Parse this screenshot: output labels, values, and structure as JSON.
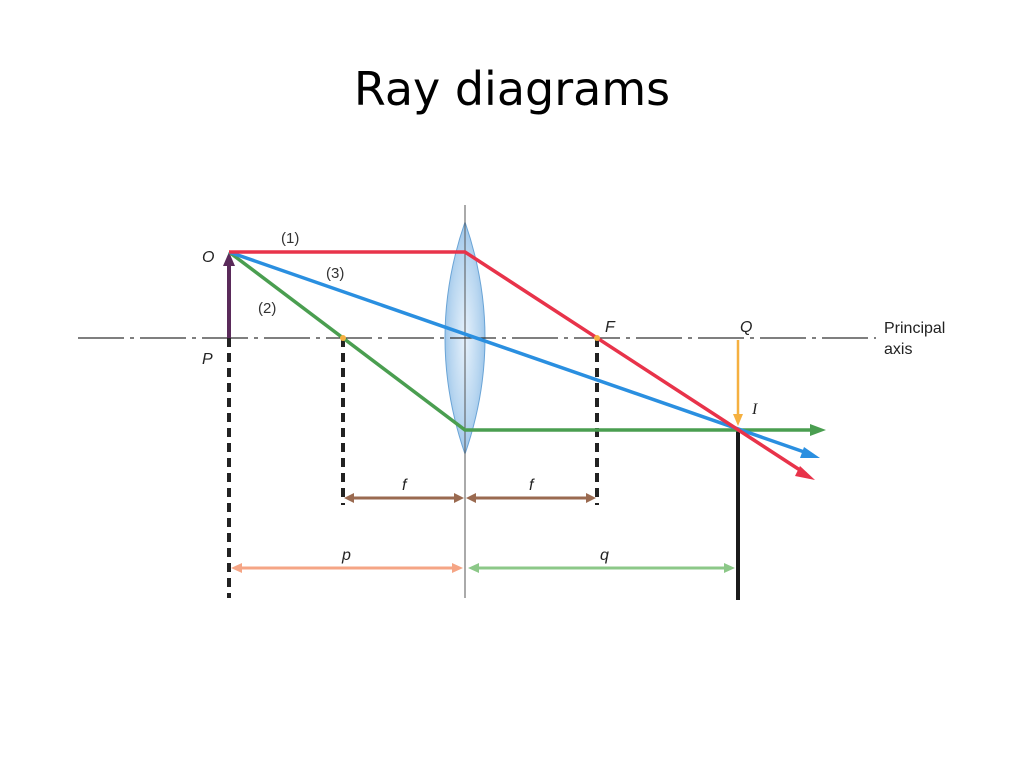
{
  "title": "Ray diagrams",
  "labels": {
    "object_top": "O",
    "object_base": "P",
    "focal_point": "F",
    "image_base": "Q",
    "image_tip": "I",
    "ray1": "(1)",
    "ray2": "(2)",
    "ray3": "(3)",
    "focal_length": "f",
    "object_distance": "p",
    "image_distance": "q",
    "principal_axis_line1": "Principal",
    "principal_axis_line2": "axis"
  },
  "colors": {
    "ray1": "#e8334a",
    "ray2": "#4a9e50",
    "ray3": "#2a8fe0",
    "object": "#5a2a5a",
    "image_arrow": "#f5b040",
    "p_arrow": "#f5a585",
    "q_arrow": "#8cc888",
    "f_arrow": "#9a6a50",
    "axis": "#333333"
  }
}
